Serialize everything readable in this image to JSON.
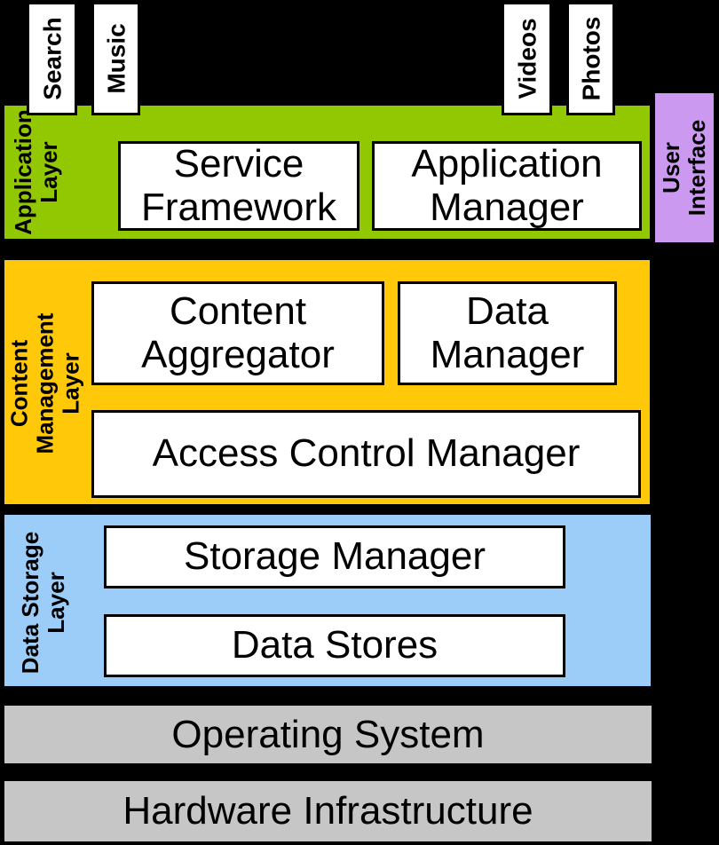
{
  "diagram": {
    "tabs": [
      {
        "label": "Search"
      },
      {
        "label": "Music"
      },
      {
        "label": "Videos"
      },
      {
        "label": "Photos"
      }
    ],
    "application_layer": {
      "label_lines": [
        "Application",
        "Layer"
      ],
      "boxes": [
        {
          "label": "Service Framework"
        },
        {
          "label": "Application Manager"
        }
      ]
    },
    "user_interface": {
      "label_lines": [
        "User",
        "Interface"
      ]
    },
    "content_layer": {
      "label_lines": [
        "Content",
        "Management",
        "Layer"
      ],
      "boxes": [
        {
          "label": "Content Aggregator"
        },
        {
          "label": "Data Manager"
        },
        {
          "label": "Access Control Manager"
        }
      ]
    },
    "storage_layer": {
      "label_lines": [
        "Data Storage",
        "Layer"
      ],
      "boxes": [
        {
          "label": "Storage Manager"
        },
        {
          "label": "Data Stores"
        }
      ]
    },
    "base_bars": [
      {
        "label": "Operating System"
      },
      {
        "label": "Hardware Infrastructure"
      }
    ],
    "colors": {
      "background": "#000000",
      "application_layer": "#92C801",
      "content_layer": "#FFC808",
      "storage_layer": "#9CCCF8",
      "user_interface": "#CC99F0",
      "base_bars": "#C6C6C6",
      "box_fill": "#FFFFFF",
      "box_border": "#000000"
    }
  }
}
